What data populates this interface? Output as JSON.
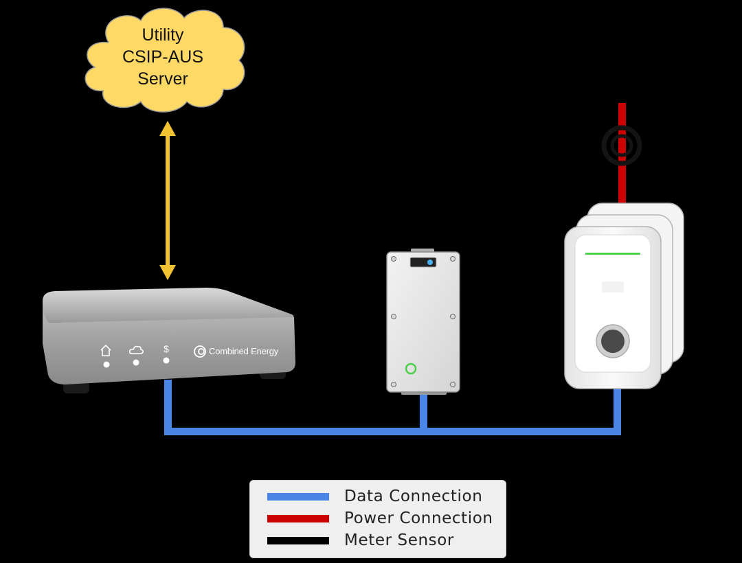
{
  "cloud": {
    "lines": [
      "Utility",
      "CSIP-AUS",
      "Server"
    ]
  },
  "gateway": {
    "brand": "Combined Energy",
    "status_icons": [
      "home-icon",
      "cloud-icon",
      "dollar-icon"
    ],
    "dollar_glyph": "$"
  },
  "legend": {
    "items": [
      {
        "label": "Data Connection",
        "color": "#4a86e8"
      },
      {
        "label": "Power Connection",
        "color": "#cc0000"
      },
      {
        "label": "Meter Sensor",
        "color": "#000000"
      }
    ]
  },
  "colors": {
    "data_line": "#4a86e8",
    "power_line": "#cc0000",
    "server_arrow": "#f1c232",
    "cloud_fill": "#ffd966",
    "led_green": "#4ad04a"
  }
}
